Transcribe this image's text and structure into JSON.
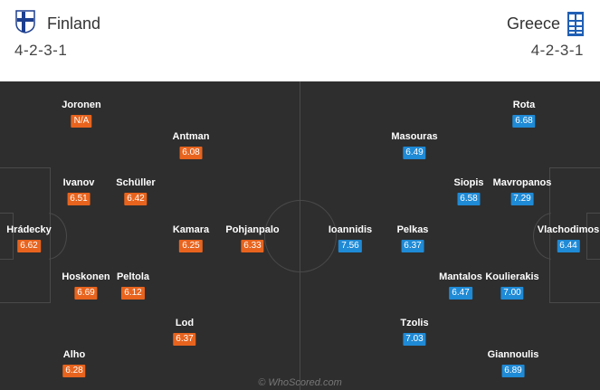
{
  "colors": {
    "home_rating": "#e8641e",
    "away_rating": "#1f8ad6",
    "pitch": "#2e2e2e",
    "lines": "#4a4a4a"
  },
  "home": {
    "name": "Finland",
    "formation": "4-2-3-1",
    "players": [
      {
        "name": "Joronen",
        "rating": "N/A"
      },
      {
        "name": "Antman",
        "rating": "6.08"
      },
      {
        "name": "Ivanov",
        "rating": "6.51"
      },
      {
        "name": "Schüller",
        "rating": "6.42"
      },
      {
        "name": "Hrádecky",
        "rating": "6.62"
      },
      {
        "name": "Kamara",
        "rating": "6.25"
      },
      {
        "name": "Pohjanpalo",
        "rating": "6.33"
      },
      {
        "name": "Hoskonen",
        "rating": "6.69"
      },
      {
        "name": "Peltola",
        "rating": "6.12"
      },
      {
        "name": "Lod",
        "rating": "6.37"
      },
      {
        "name": "Alho",
        "rating": "6.28"
      }
    ]
  },
  "away": {
    "name": "Greece",
    "formation": "4-2-3-1",
    "players": [
      {
        "name": "Rota",
        "rating": "6.68"
      },
      {
        "name": "Masouras",
        "rating": "6.49"
      },
      {
        "name": "Siopis",
        "rating": "6.58"
      },
      {
        "name": "Mavropanos",
        "rating": "7.29"
      },
      {
        "name": "Ioannidis",
        "rating": "7.56"
      },
      {
        "name": "Pelkas",
        "rating": "6.37"
      },
      {
        "name": "Vlachodimos",
        "rating": "6.44"
      },
      {
        "name": "Mantalos",
        "rating": "6.47"
      },
      {
        "name": "Koulierakis",
        "rating": "7.00"
      },
      {
        "name": "Tzolis",
        "rating": "7.03"
      },
      {
        "name": "Giannoulis",
        "rating": "6.89"
      }
    ]
  },
  "watermark": "© WhoScored.com",
  "icons": {
    "home_crest": "finland-crest-icon",
    "away_crest": "greece-crest-icon"
  }
}
